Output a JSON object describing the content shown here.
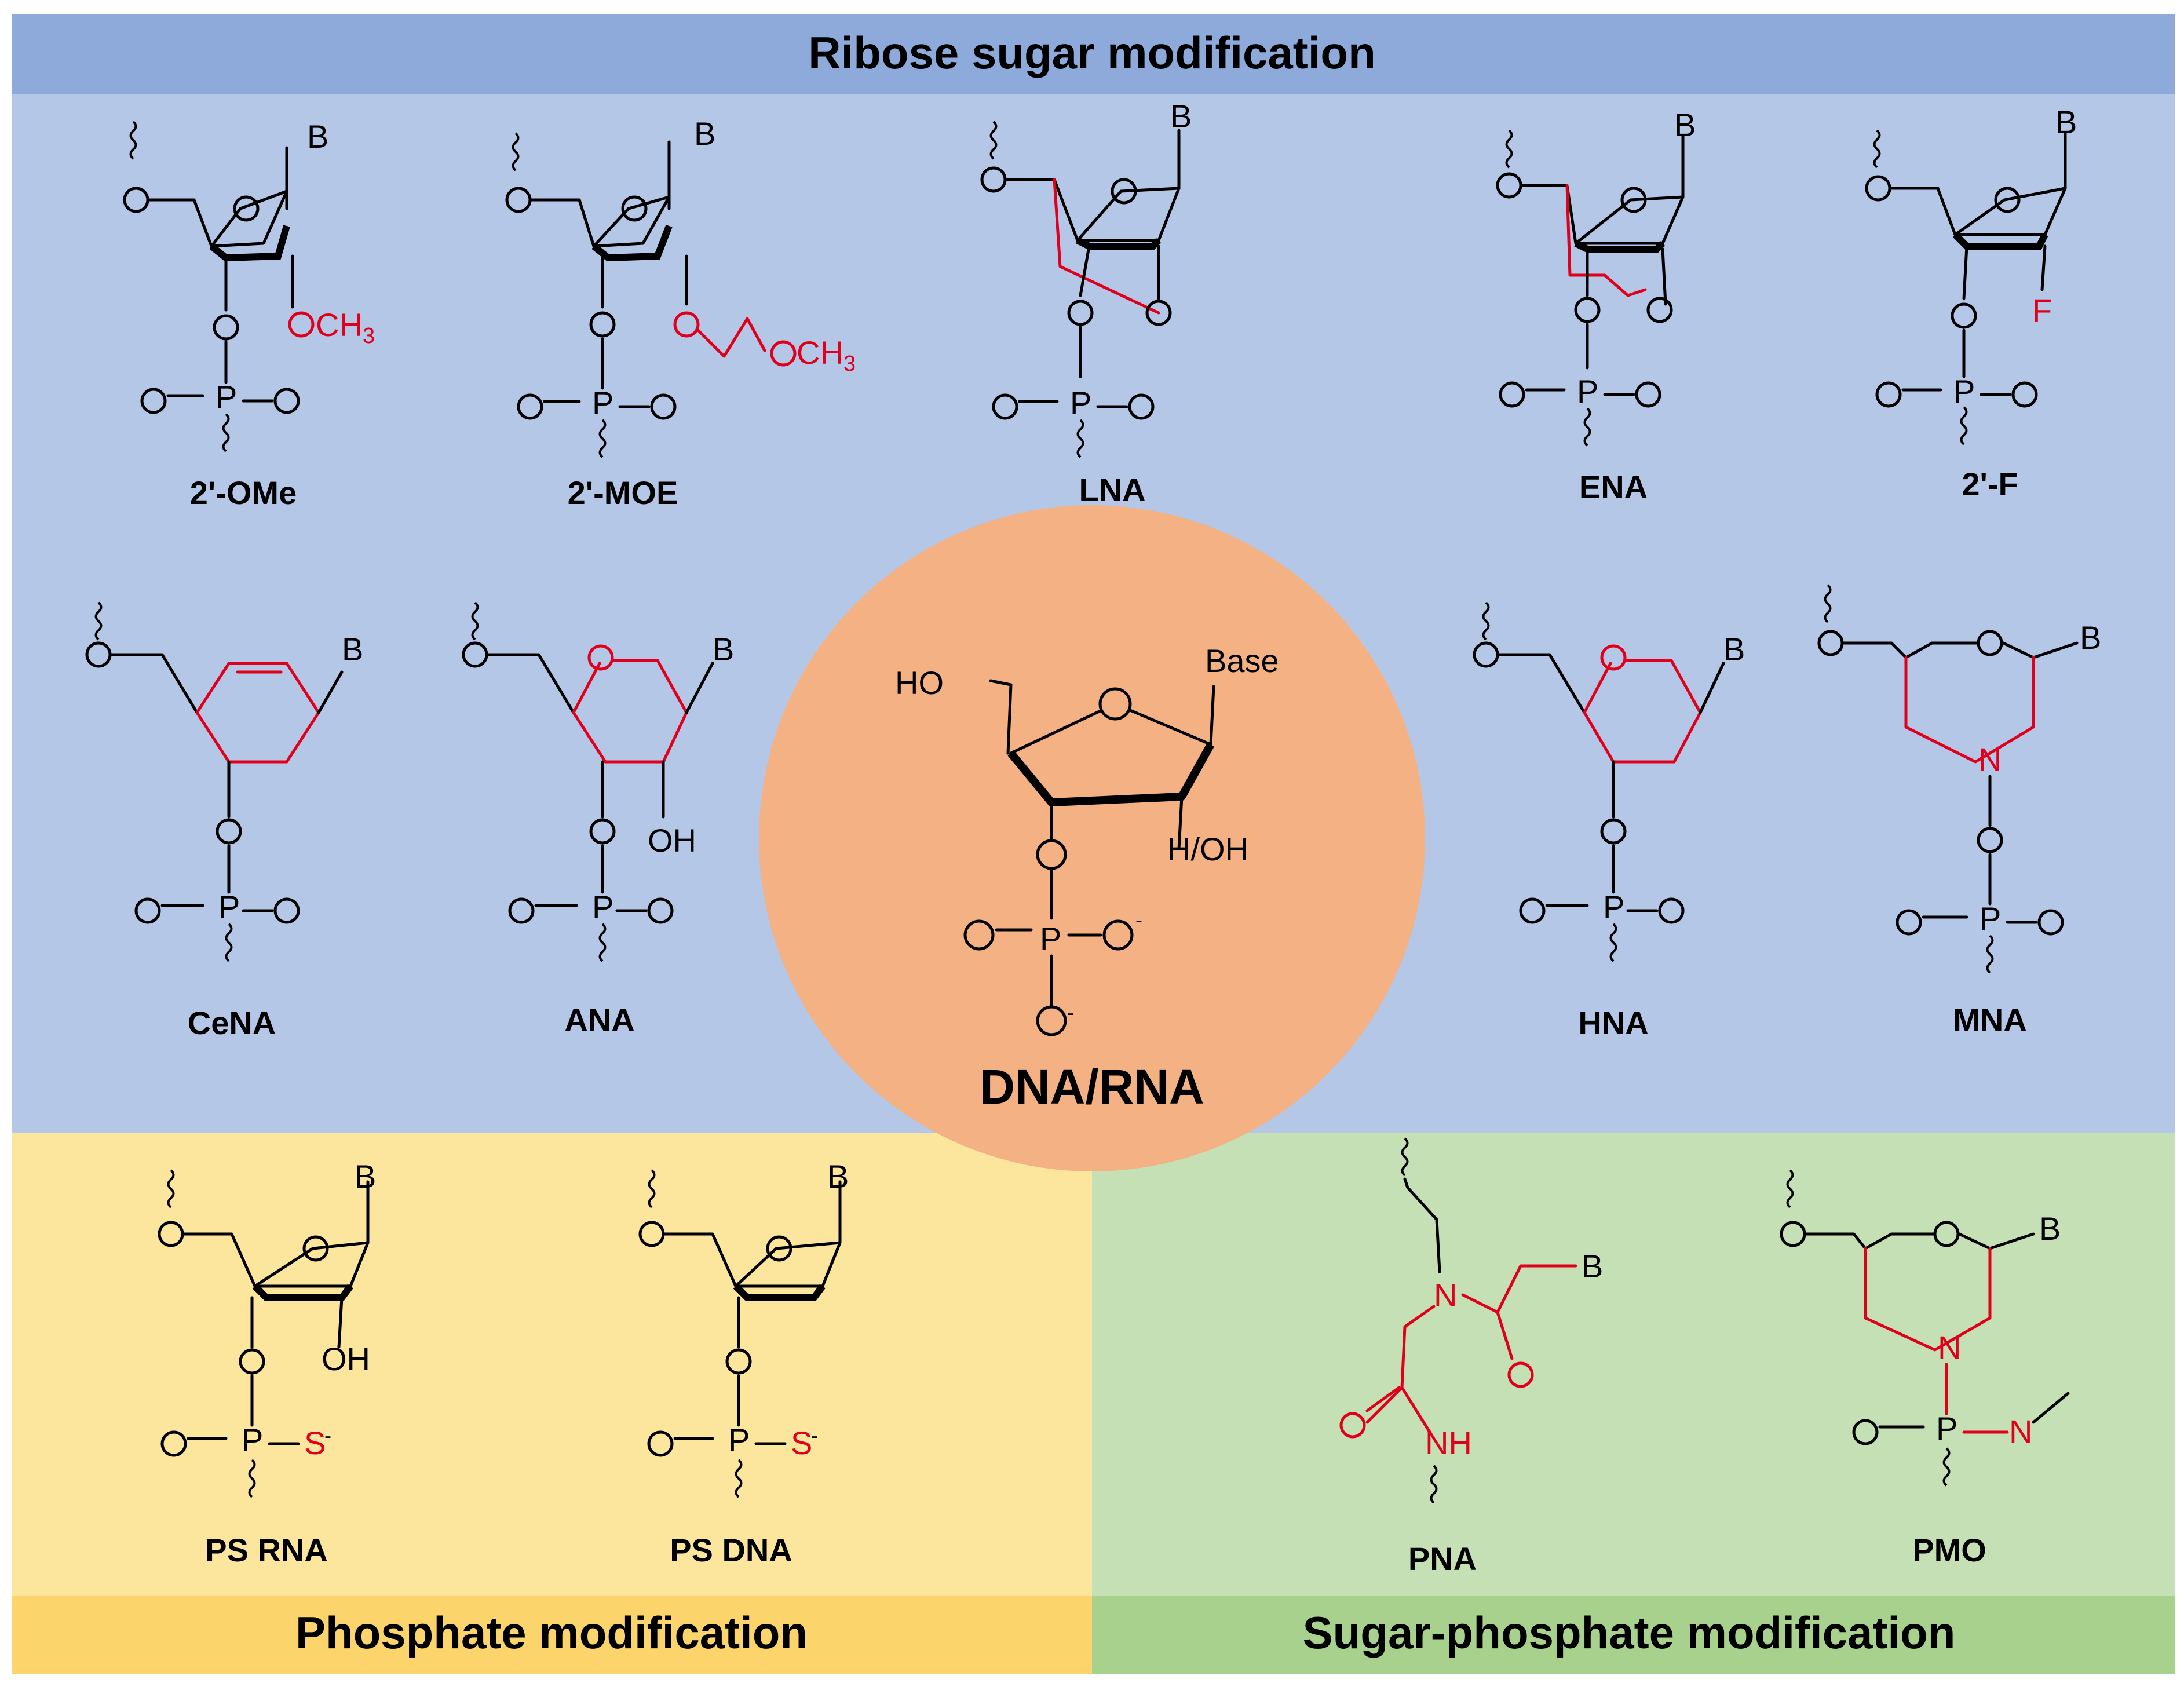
{
  "headers": {
    "ribose": "Ribose sugar modification",
    "phosphate": "Phosphate modification",
    "sugar_phosphate": "Sugar-phosphate modification"
  },
  "center": {
    "label": "DNA/RNA",
    "base": "Base",
    "ho": "HO",
    "h_oh": "H/OH"
  },
  "molecules": {
    "ome": "2'-OMe",
    "moe": "2'-MOE",
    "lna": "LNA",
    "ena": "ENA",
    "f": "2'-F",
    "cena": "CeNA",
    "ana": "ANA",
    "hna": "HNA",
    "mna": "MNA",
    "ps_rna": "PS RNA",
    "ps_dna": "PS DNA",
    "pna": "PNA",
    "pmo": "PMO"
  },
  "colors": {
    "ribose_header": "#8eaadb",
    "ribose_panel": "#b4c7e7",
    "phosphate_header": "#fbd46b",
    "phosphate_panel": "#fce59c",
    "sugar_phosphate_header": "#a9d18e",
    "sugar_phosphate_panel": "#c5e0b4",
    "center_circle": "#f4b183",
    "modification": "#e0001b"
  }
}
